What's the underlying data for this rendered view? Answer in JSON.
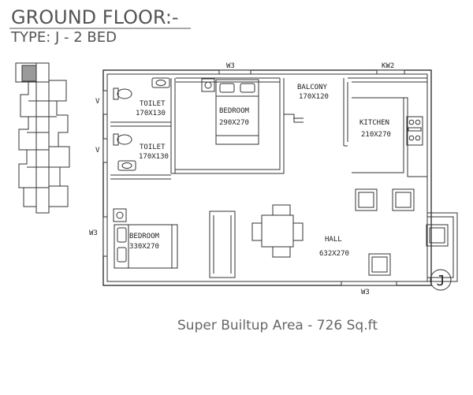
{
  "header": {
    "title": "GROUND FLOOR:-",
    "type": "TYPE: J - 2 BED"
  },
  "rooms": {
    "toilet1": {
      "name": "TOILET",
      "size": "170X130"
    },
    "toilet2": {
      "name": "TOILET",
      "size": "170X130"
    },
    "bedroom1": {
      "name": "BEDROOM",
      "size": "290X270"
    },
    "bedroom2": {
      "name": "BEDROOM",
      "size": "330X270"
    },
    "balcony": {
      "name": "BALCONY",
      "size": "170X120"
    },
    "kitchen": {
      "name": "KITCHEN",
      "size": "210X270"
    },
    "hall": {
      "name": "HALL",
      "size": "632X270"
    }
  },
  "openings": {
    "w3_top": "W3",
    "w3_left": "W3",
    "w3_bottom": "W3",
    "kw2": "KW2",
    "v1": "V",
    "v2": "V"
  },
  "unit_mark": "J",
  "area": "Super Builtup Area - 726 Sq.ft"
}
